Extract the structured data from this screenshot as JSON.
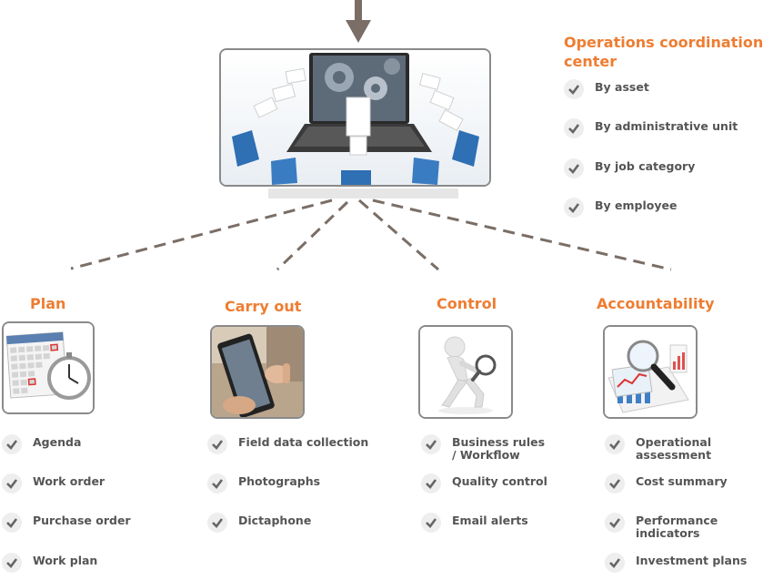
{
  "colors": {
    "accent": "#ee7d32",
    "text": "#555555",
    "connector": "#7a6e66",
    "border": "#8a8a8a"
  },
  "coordination": {
    "title_line1": "Operations coordination",
    "title_line2": "center",
    "items": [
      "By asset",
      "By administrative unit",
      "By job category",
      "By employee"
    ]
  },
  "center_image": {
    "icon": "laptop-with-folders-image"
  },
  "sections": [
    {
      "title": "Plan",
      "icon": "calendar-stopwatch-image",
      "items": [
        "Agenda",
        "Work order",
        "Purchase order",
        "Work plan"
      ]
    },
    {
      "title": "Carry out",
      "icon": "tablet-hands-image",
      "items": [
        "Field data collection",
        "Photographs",
        "Dictaphone"
      ]
    },
    {
      "title": "Control",
      "icon": "magnifier-figure-image",
      "items": [
        "Business rules\n/ Workflow",
        "Quality control",
        "Email alerts"
      ]
    },
    {
      "title": "Accountability",
      "icon": "charts-report-image",
      "items": [
        "Operational assessment",
        "Cost summary",
        "Performance indicators",
        "Investment plans"
      ]
    }
  ]
}
